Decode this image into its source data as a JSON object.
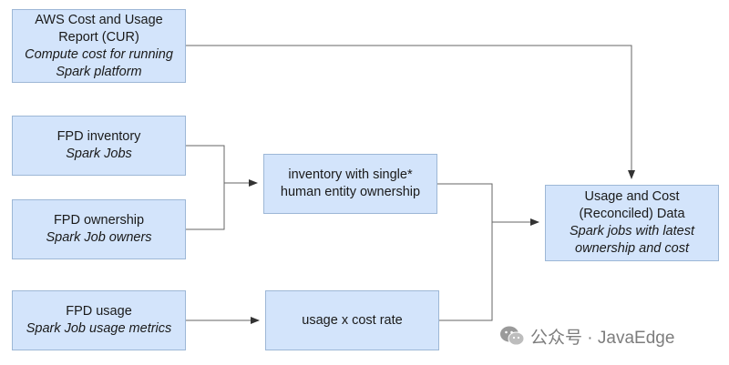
{
  "nodes": {
    "cur": {
      "title_1": "AWS Cost and Usage",
      "title_2": "Report (CUR)",
      "sub_1": "Compute cost for running",
      "sub_2": "Spark platform"
    },
    "inventory": {
      "title": "FPD inventory",
      "sub": "Spark Jobs"
    },
    "ownership": {
      "title": "FPD ownership",
      "sub": "Spark Job owners"
    },
    "usage": {
      "title": "FPD usage",
      "sub": "Spark Job usage metrics"
    },
    "single": {
      "line_1": "inventory with single*",
      "line_2": "human entity ownership"
    },
    "rate": {
      "title": "usage x cost rate"
    },
    "result": {
      "title_1": "Usage and Cost",
      "title_2": "(Reconciled) Data",
      "sub_1": "Spark jobs with latest",
      "sub_2": "ownership and cost"
    }
  },
  "watermark": {
    "text": "公众号 · JavaEdge",
    "icon": "wechat-icon"
  },
  "colors": {
    "node_fill": "#d3e4fb",
    "node_border": "#9db7d6",
    "line": "#555555"
  }
}
